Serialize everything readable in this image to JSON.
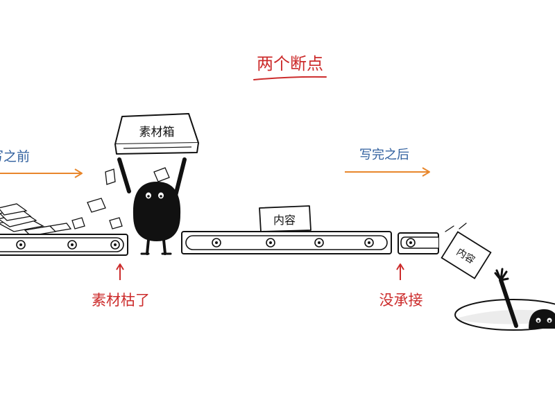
{
  "title": "两个断点",
  "labels": {
    "before_writing": "写之前",
    "after_writing": "写完之后",
    "material_box": "素材箱",
    "content_card": "内容",
    "falling_card": "内容",
    "break_left": "素材枯了",
    "break_right": "没承接"
  },
  "colors": {
    "title_red": "#cc2b2b",
    "blue_text": "#2f5f9e",
    "orange_arrow": "#e8862b",
    "ink": "#111111"
  }
}
